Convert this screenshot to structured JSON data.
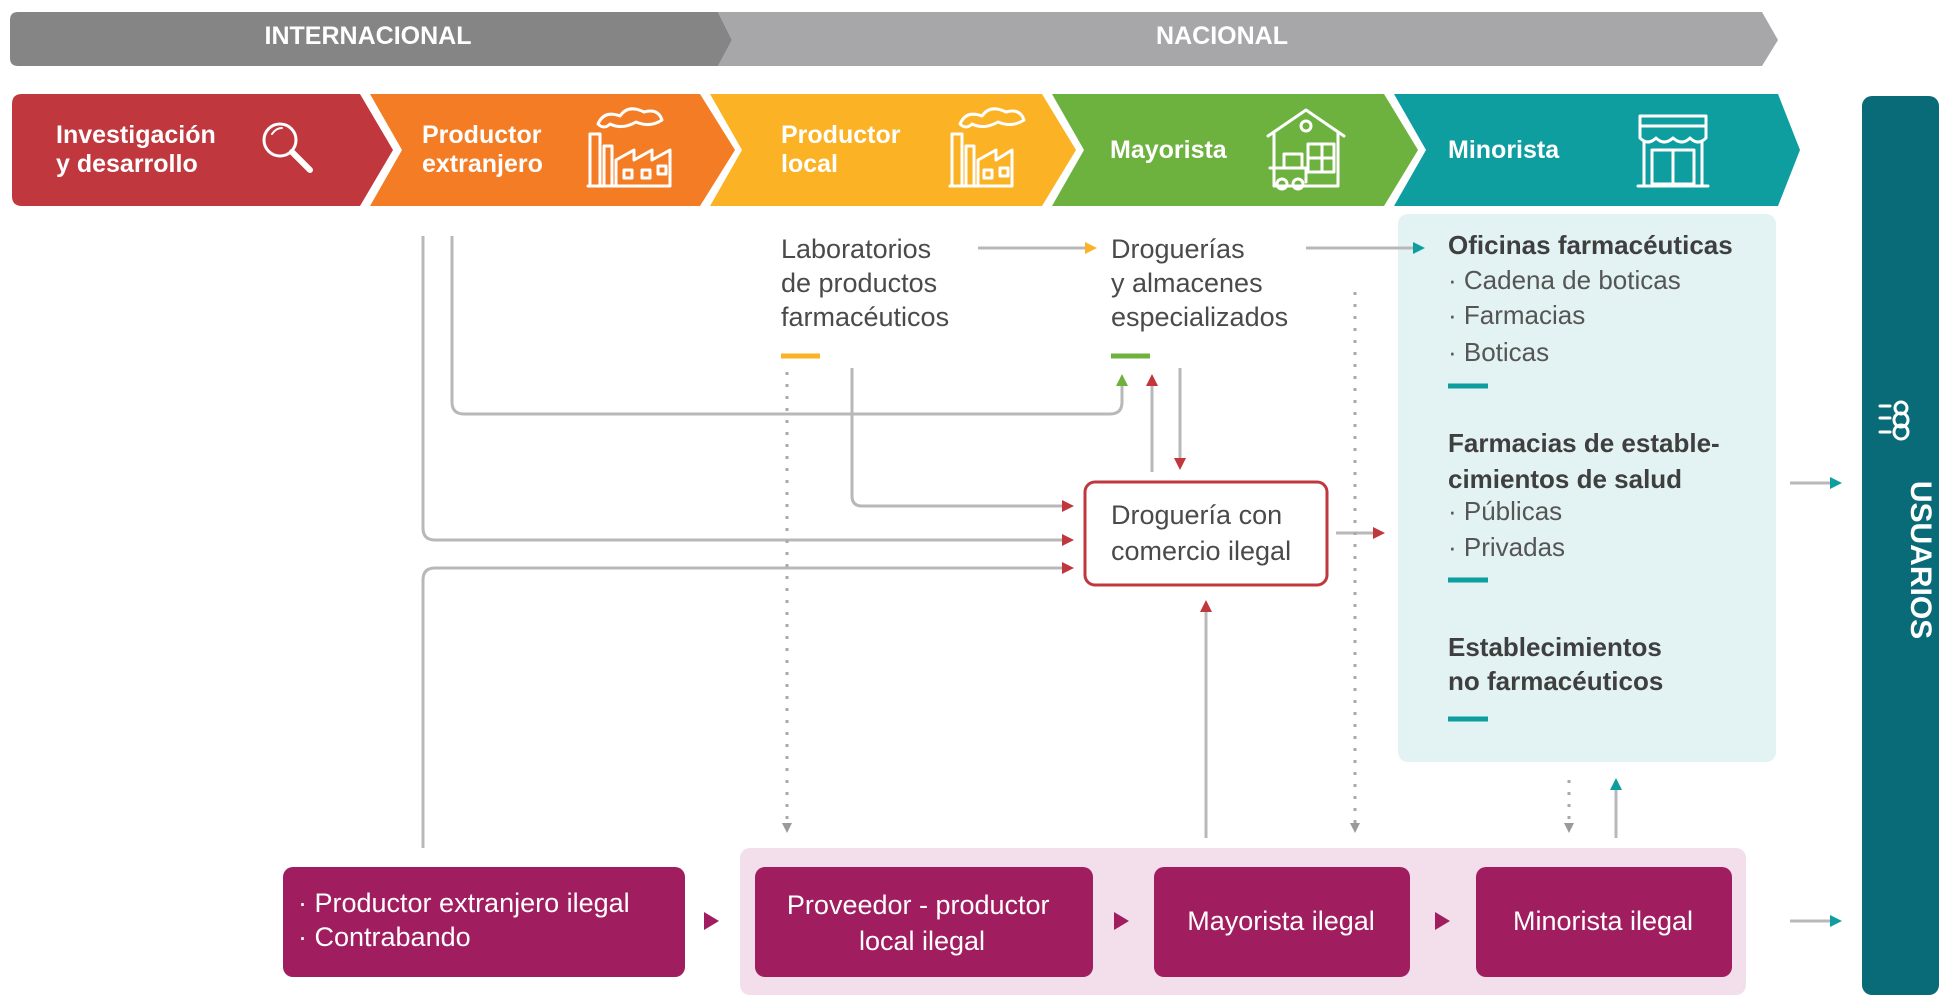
{
  "bands": {
    "international": "INTERNACIONAL",
    "national": "NACIONAL"
  },
  "stages": [
    {
      "line1": "Investigación",
      "line2": "y desarrollo",
      "color": "#c0373e",
      "icon": "magnifier-icon"
    },
    {
      "line1": "Productor",
      "line2": "extranjero",
      "color": "#f47c25",
      "icon": "factory-icon"
    },
    {
      "line1": "Productor",
      "line2": "local",
      "color": "#fbb224",
      "icon": "factory-icon"
    },
    {
      "line1": "Mayorista",
      "line2": "",
      "color": "#6db23e",
      "icon": "warehouse-icon"
    },
    {
      "line1": "Minorista",
      "line2": "",
      "color": "#0e9ea0",
      "icon": "storefront-icon"
    }
  ],
  "labs": {
    "lines": [
      "Laboratorios",
      "de productos",
      "farmacéuticos"
    ]
  },
  "droguerias": {
    "lines": [
      "Droguerías",
      "y almacenes",
      "especializados"
    ]
  },
  "illegal_drugstore": {
    "lines": [
      "Droguería con",
      "comercio ilegal"
    ]
  },
  "retail": {
    "group1": {
      "title": "Oficinas farmacéuticas",
      "items": [
        "· Cadena de boticas",
        "· Farmacias",
        "· Boticas"
      ]
    },
    "group2": {
      "title_lines": [
        "Farmacias de estable-",
        "cimientos de salud"
      ],
      "items": [
        "· Públicas",
        "· Privadas"
      ]
    },
    "group3": {
      "title_lines": [
        "Establecimientos",
        "no farmacéuticos"
      ]
    }
  },
  "users": {
    "label": "USUARIOS",
    "icon": "people-icon"
  },
  "illegal_chain": {
    "foreign": [
      "· Productor extranjero ilegal",
      "· Contrabando"
    ],
    "local_producer": [
      "Proveedor - productor",
      "local ilegal"
    ],
    "wholesaler": "Mayorista ilegal",
    "retailer": "Minorista ilegal"
  },
  "colors": {
    "band_dark": "#858585",
    "band_light": "#a7a7aa",
    "retail_panel": "#e3f2f2",
    "illegal_box": "#a01d5f",
    "illegal_panel": "#f2dfeb",
    "users_panel": "#086b77",
    "arrow_red": "#c0373e",
    "arrow_teal": "#0e9ea0",
    "arrow_orange": "#fbb224",
    "arrow_green": "#6db23e"
  }
}
